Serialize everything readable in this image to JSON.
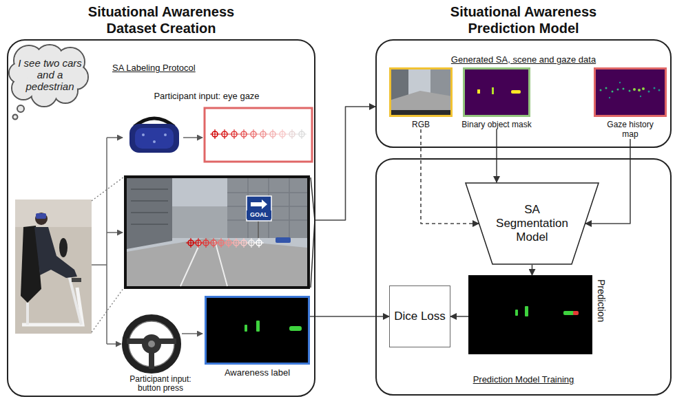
{
  "diagram": {
    "nodes": [
      {
        "text": [
          "Situational Awareness Dataset Creation",
          "SA Labeling Protocol"
        ]
      },
      {
        "text": [
          "I see two cars and a pedestrian"
        ],
        "in": 0
      },
      {
        "text": [
          "Awareness label"
        ],
        "in": 0
      },
      {
        "text": [
          "Situational Awareness Prediction Model",
          "Generated SA, scene and gaze data"
        ]
      },
      {
        "text": [
          "RGB"
        ],
        "in": 3
      },
      {
        "text": [
          "Binary object mask"
        ],
        "in": 3
      },
      {
        "text": [
          "Gaze history map"
        ],
        "in": 3
      },
      {
        "text": [
          "Prediction Model Training"
        ]
      },
      {
        "text": [
          "SA Segmentation Model"
        ],
        "in": 7
      },
      {
        "text": [
          "Prediction"
        ],
        "in": 7
      },
      {
        "text": [
          "Dice Loss"
        ],
        "in": 7
      }
    ],
    "edges": [
      {
        "from": 0,
        "to": 3,
        "arrow": "to"
      },
      {
        "from": 4,
        "to": 8,
        "arrow": "to"
      },
      {
        "from": 5,
        "to": 8,
        "arrow": "to"
      },
      {
        "from": 6,
        "to": 8,
        "arrow": "to"
      },
      {
        "from": 8,
        "to": 9,
        "arrow": "to"
      },
      {
        "from": 9,
        "to": 10,
        "arrow": "to"
      },
      {
        "from": 2,
        "to": 10,
        "arrow": "to"
      }
    ],
    "labels": [
      "Participant input: eye gaze",
      "GOAL",
      "Participant input: button press"
    ]
  }
}
